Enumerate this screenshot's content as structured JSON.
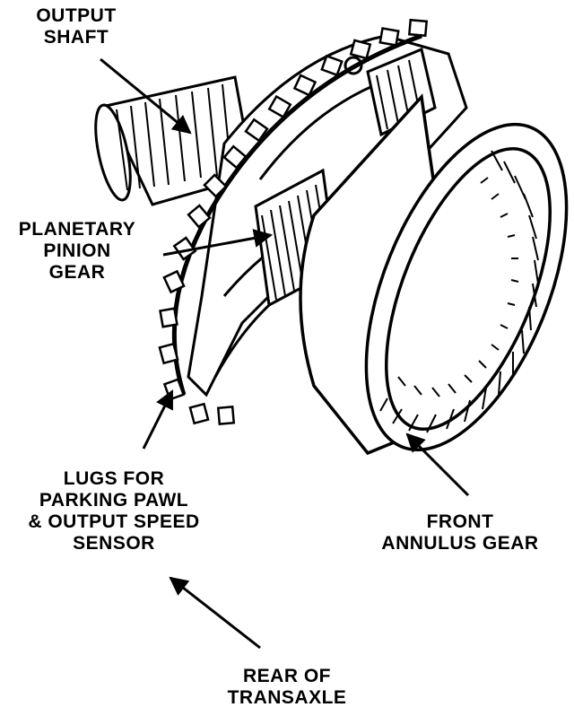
{
  "labels": {
    "output_shaft": [
      "OUTPUT",
      "SHAFT"
    ],
    "planetary_pinion_gear": [
      "PLANETARY",
      "PINION",
      "GEAR"
    ],
    "lugs": [
      "LUGS FOR",
      "PARKING PAWL",
      "& OUTPUT SPEED",
      "SENSOR"
    ],
    "front_annulus_gear": [
      "FRONT",
      "ANNULUS GEAR"
    ],
    "rear_of_transaxle": [
      "REAR OF",
      "TRANSAXLE"
    ]
  },
  "colors": {
    "ink": "#000000",
    "paper": "#ffffff"
  }
}
